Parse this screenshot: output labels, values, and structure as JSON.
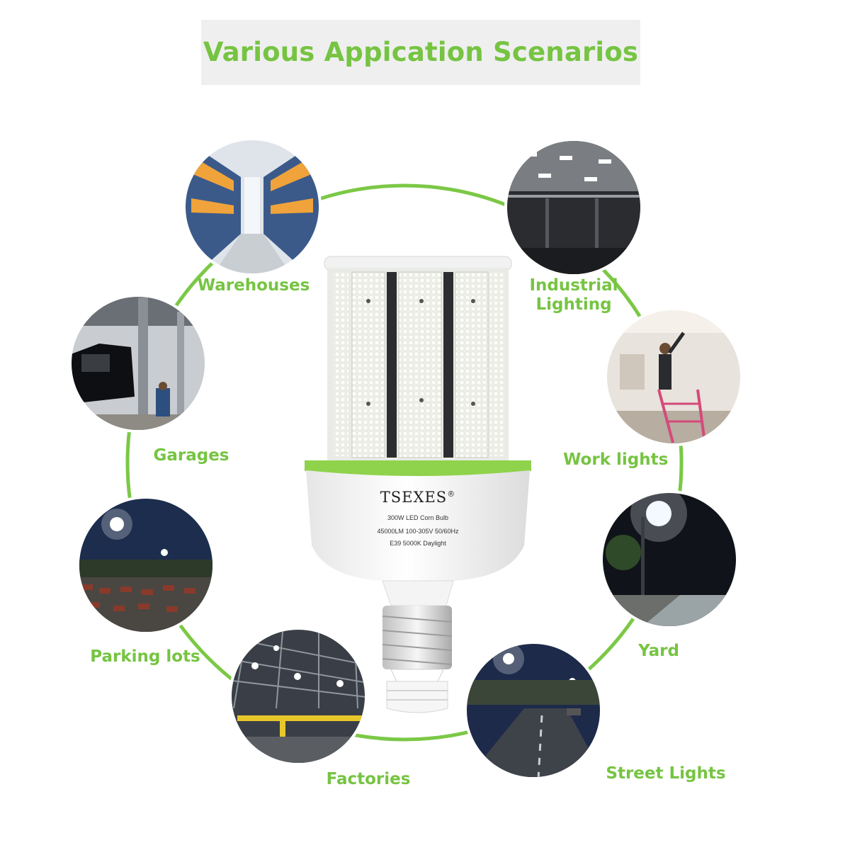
{
  "title": "Various Appication Scenarios",
  "colors": {
    "accent": "#76c442",
    "title_bg": "#efefef",
    "ring": "#7bc846"
  },
  "scenarios": [
    {
      "label": "Warehouses"
    },
    {
      "label_line1": "Industrial",
      "label_line2": "Lighting"
    },
    {
      "label": "Garages"
    },
    {
      "label": "Work lights"
    },
    {
      "label": "Parking lots"
    },
    {
      "label": "Yard"
    },
    {
      "label": "Factories"
    },
    {
      "label": "Street Lights"
    }
  ],
  "product": {
    "brand": "TSEXES",
    "registered": "®",
    "spec_line1": "300W LED Corn Bulb",
    "spec_line2": "45000LM 100-305V 50/60Hz",
    "spec_line3": "E39 5000K Daylight"
  }
}
